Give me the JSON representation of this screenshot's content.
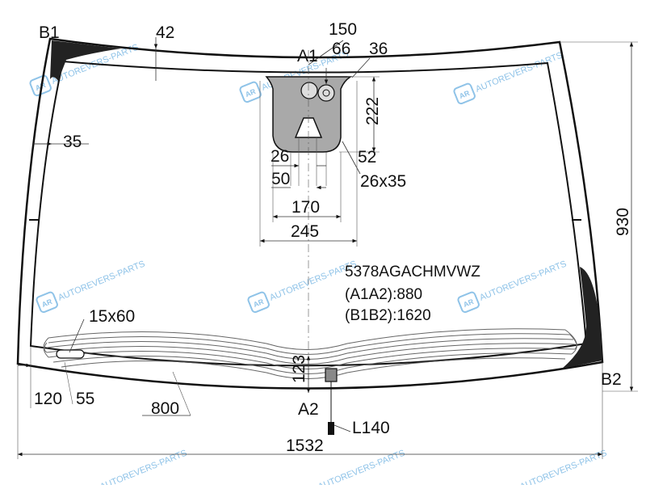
{
  "part_code": "5378AGACHMVWZ",
  "distances": {
    "a1a2": "(A1A2):880",
    "b1b2": "(B1B2):1620"
  },
  "points": {
    "a1": "A1",
    "a2": "A2",
    "b1": "B1",
    "b2": "B2"
  },
  "dimensions": {
    "d42": "42",
    "d150": "150",
    "d66": "66",
    "d36": "36",
    "d222": "222",
    "d35": "35",
    "d26": "26",
    "d52": "52",
    "d50": "50",
    "d26x35": "26x35",
    "d170": "170",
    "d245": "245",
    "d930": "930",
    "d15x60": "15x60",
    "d123": "123",
    "d120": "120",
    "d55": "55",
    "d800": "800",
    "dL140": "L140",
    "d1532": "1532"
  },
  "watermark": {
    "text": "AUTOREVERS-PARTS",
    "badge": "AR"
  },
  "colors": {
    "line": "#111111",
    "sensor_area": "#a9a9a9",
    "watermark": "#8fc3e8"
  }
}
